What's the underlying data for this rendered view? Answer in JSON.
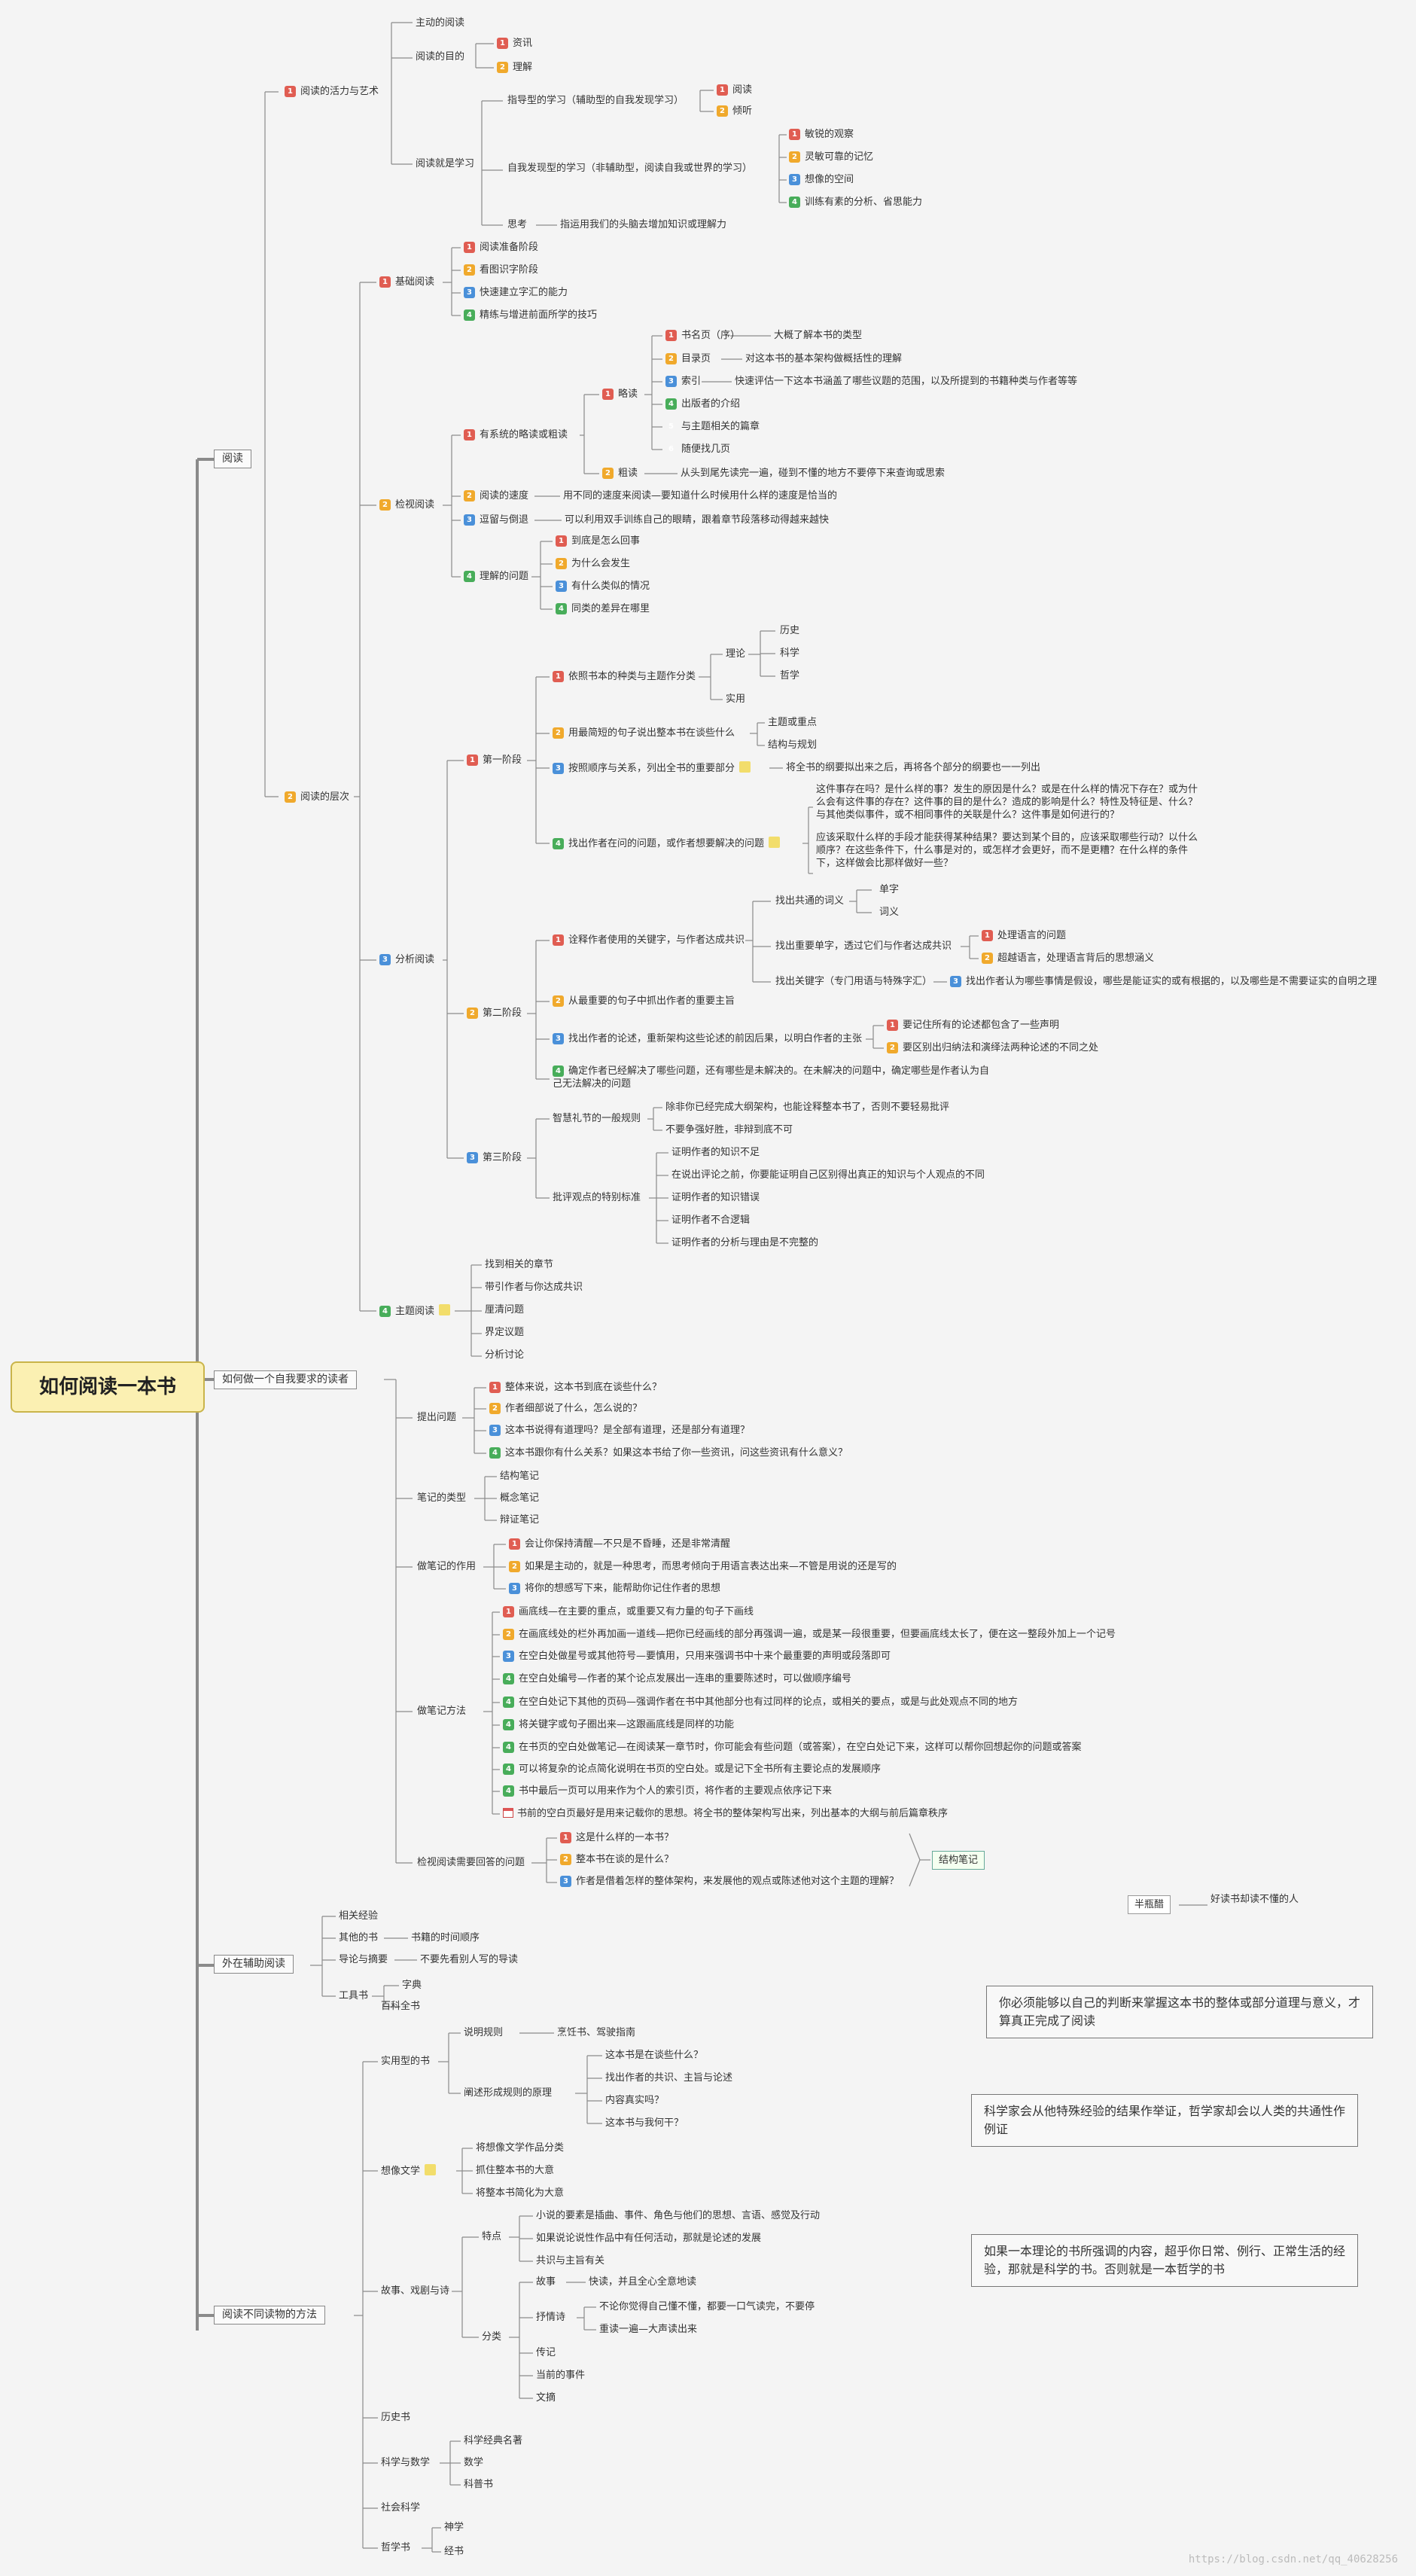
{
  "root": "如何阅读一本书",
  "branches": {
    "read": {
      "label": "阅读",
      "vitality": {
        "label": "阅读的活力与艺术",
        "active": "主动的阅读",
        "purpose": {
          "label": "阅读的目的",
          "items": [
            "资讯",
            "理解"
          ]
        },
        "learning": {
          "label": "阅读就是学习",
          "guided": {
            "label": "指导型的学习（辅助型的自我发现学习）",
            "items": [
              "阅读",
              "倾听"
            ]
          },
          "self": {
            "label": "自我发现型的学习（非辅助型，阅读自我或世界的学习）",
            "items": [
              "敏锐的观察",
              "灵敏可靠的记忆",
              "想像的空间",
              "训练有素的分析、省思能力"
            ]
          },
          "think": {
            "label": "思考",
            "desc": "指运用我们的头脑去增加知识或理解力"
          }
        }
      },
      "levels": {
        "label": "阅读的层次",
        "basic": {
          "label": "基础阅读",
          "items": [
            "阅读准备阶段",
            "看图识字阶段",
            "快速建立字汇的能力",
            "精练与增进前面所学的技巧"
          ]
        },
        "inspect": {
          "label": "检视阅读",
          "systematic": {
            "label": "有系统的略读或粗读",
            "skim": {
              "label": "略读",
              "items": [
                {
                  "label": "书名页（序）",
                  "desc": "大概了解本书的类型"
                },
                {
                  "label": "目录页",
                  "desc": "对这本书的基本架构做概括性的理解"
                },
                {
                  "label": "索引",
                  "desc": "快速评估一下这本书涵盖了哪些议题的范围，以及所提到的书籍种类与作者等等"
                },
                {
                  "label": "出版者的介绍",
                  "desc": ""
                },
                {
                  "label": "与主题相关的篇章",
                  "desc": ""
                },
                {
                  "label": "随便找几页",
                  "desc": ""
                }
              ]
            },
            "rough": {
              "label": "粗读",
              "desc": "从头到尾先读完一遍，碰到不懂的地方不要停下来查询或思索"
            }
          },
          "speed": {
            "label": "阅读的速度",
            "desc": "用不同的速度来阅读—要知道什么时候用什么样的速度是恰当的"
          },
          "regress": {
            "label": "逗留与倒退",
            "desc": "可以利用双手训练自己的眼睛，跟着章节段落移动得越来越快"
          },
          "questions": {
            "label": "理解的问题",
            "items": [
              "到底是怎么回事",
              "为什么会发生",
              "有什么类似的情况",
              "同类的差异在哪里"
            ]
          }
        },
        "analyze": {
          "label": "分析阅读",
          "stage1": {
            "label": "第一阶段",
            "classify": {
              "label": "依照书本的种类与主题作分类",
              "theory": "理论",
              "theory_items": [
                "历史",
                "科学",
                "哲学"
              ],
              "practical": "实用"
            },
            "summary": {
              "label": "用最简短的句子说出整本书在谈些什么",
              "items": [
                "主题或重点",
                "结构与规划"
              ]
            },
            "order": {
              "label": "按照顺序与关系，列出全书的重要部分",
              "desc": "将全书的纲要拟出来之后，再将各个部分的纲要也一一列出"
            },
            "problem": {
              "label": "找出作者在问的问题，或作者想要解决的问题",
              "q1": "这件事存在吗？是什么样的事？发生的原因是什么？或是在什么样的情况下存在？或为什么会有这件事的存在？这件事的目的是什么？造成的影响是什么？特性及特征是、什么？与其他类似事件，或不相同事件的关联是什么？这件事是如何进行的？",
              "q2": "应该采取什么样的手段才能获得某种结果？要达到某个目的，应该采取哪些行动？以什么顺序？在这些条件下，什么事是对的，或怎样才会更好，而不是更糟？在什么样的条件下，这样做会比那样做好一些？"
            }
          },
          "stage2": {
            "label": "第二阶段",
            "terms": {
              "label": "诠释作者使用的关键字，与作者达成共识",
              "shared": "找出共通的词义",
              "shared_items": [
                "单字",
                "词义"
              ],
              "important": "找出重要单字，透过它们与作者达成共识",
              "important_items": [
                "处理语言的问题",
                "超越语言，处理语言背后的思想涵义"
              ],
              "key": "找出关键字（专门用语与特殊字汇）",
              "key_desc": "找出作者认为哪些事情是假设，哪些是能证实的或有根据的，以及哪些是不需要证实的自明之理"
            },
            "sentence": "从最重要的句子中抓出作者的重要主旨",
            "argument": {
              "label": "找出作者的论述，重新架构这些论述的前因后果，以明白作者的主张",
              "items": [
                "要记住所有的论述都包含了一些声明",
                "要区别出归纳法和演绎法两种论述的不同之处"
              ]
            },
            "solved": "确定作者已经解决了哪些问题，还有哪些是未解决的。在未解决的问题中，确定哪些是作者认为自己无法解决的问题"
          },
          "stage3": {
            "label": "第三阶段",
            "etiquette": {
              "label": "智慧礼节的一般规则",
              "items": [
                "除非你已经完成大纲架构，也能诠释整本书了，否则不要轻易批评",
                "不要争强好胜，非辩到底不可"
              ]
            },
            "critique": {
              "label": "批评观点的特别标准",
              "items": [
                "证明作者的知识不足",
                "在说出评论之前，你要能证明自己区别得出真正的知识与个人观点的不同",
                "证明作者的知识错误",
                "证明作者不合逻辑",
                "证明作者的分析与理由是不完整的"
              ]
            }
          }
        },
        "syntopic": {
          "label": "主题阅读",
          "items": [
            "找到相关的章节",
            "带引作者与你达成共识",
            "厘清问题",
            "界定议题",
            "分析讨论"
          ]
        }
      }
    },
    "demanding": {
      "label": "如何做一个自我要求的读者",
      "ask": {
        "label": "提出问题",
        "items": [
          "整体来说，这本书到底在谈些什么？",
          "作者细部说了什么，怎么说的？",
          "这本书说得有道理吗？是全部有道理，还是部分有道理？",
          "这本书跟你有什么关系？如果这本书给了你一些资讯，问这些资讯有什么意义？"
        ]
      },
      "types": {
        "label": "笔记的类型",
        "items": [
          "结构笔记",
          "概念笔记",
          "辩证笔记"
        ]
      },
      "use": {
        "label": "做笔记的作用",
        "items": [
          "会让你保持清醒—不只是不昏睡，还是非常清醒",
          "如果是主动的，就是一种思考，而思考倾向于用语言表达出来—不管是用说的还是写的",
          "将你的想感写下来，能帮助你记住作者的思想"
        ]
      },
      "method": {
        "label": "做笔记方法",
        "items": [
          "画底线—在主要的重点，或重要又有力量的句子下画线",
          "在画底线处的栏外再加画一道线—把你已经画线的部分再强调一遍，或是某一段很重要，但要画底线太长了，便在这一整段外加上一个记号",
          "在空白处做星号或其他符号—要慎用，只用来强调书中十来个最重要的声明或段落即可",
          "在空白处编号—作者的某个论点发展出一连串的重要陈述时，可以做顺序编号",
          "在空白处记下其他的页码—强调作者在书中其他部分也有过同样的论点，或相关的要点，或是与此处观点不同的地方",
          "将关键字或句子圈出来—这跟画底线是同样的功能",
          "在书页的空白处做笔记—在阅读某一章节时，你可能会有些问题（或答案），在空白处记下来，这样可以帮你回想起你的问题或答案",
          "可以将复杂的论点简化说明在书页的空白处。或是记下全书所有主要论点的发展顺序",
          "书中最后一页可以用来作为个人的索引页，将作者的主要观点依序记下来",
          "书前的空白页最好是用来记载你的思想。将全书的整体架构写出来，列出基本的大纲与前后篇章秩序"
        ]
      },
      "questions": {
        "label": "检视阅读需要回答的问题",
        "items": [
          "这是什么样的一本书？",
          "整本书在谈的是什么？",
          "作者是借着怎样的整体架构，来发展他的观点或陈述他对这个主题的理解？"
        ],
        "tag": "结构笔记"
      }
    },
    "external": {
      "label": "外在辅助阅读",
      "items": [
        {
          "label": "相关经验",
          "desc": ""
        },
        {
          "label": "其他的书",
          "desc": "书籍的时间顺序"
        },
        {
          "label": "导论与摘要",
          "desc": "不要先看别人写的导读"
        }
      ],
      "tools": {
        "label": "工具书",
        "items": [
          "字典",
          "百科全书"
        ]
      }
    },
    "different": {
      "label": "阅读不同读物的方法",
      "practical": {
        "label": "实用型的书",
        "rules": {
          "label": "说明规则",
          "desc": "烹饪书、驾驶指南"
        },
        "principles": {
          "label": "阐述形成规则的原理",
          "items": [
            "这本书是在谈些什么？",
            "找出作者的共识、主旨与论述",
            "内容真实吗？",
            "这本书与我何干？"
          ]
        }
      },
      "imaginative": {
        "label": "想像文学",
        "items": [
          "将想像文学作品分类",
          "抓住整本书的大意",
          "将整本书简化为大意"
        ]
      },
      "fiction": {
        "label": "故事、戏剧与诗",
        "traits": {
          "label": "特点",
          "items": [
            "小说的要素是插曲、事件、角色与他们的思想、言语、感觉及行动",
            "如果说论说性作品中有任何活动，那就是论述的发展",
            "共识与主旨有关"
          ]
        },
        "kinds": {
          "label": "分类",
          "story": {
            "label": "故事",
            "desc": "快读，并且全心全意地读"
          },
          "lyric": {
            "label": "抒情诗",
            "items": [
              "不论你觉得自己懂不懂，都要一口气读完，不要停",
              "重读一遍—大声读出来"
            ]
          },
          "others": [
            "传记",
            "当前的事件",
            "文摘"
          ]
        }
      },
      "history": "历史书",
      "science": {
        "label": "科学与数学",
        "items": [
          "科学经典名著",
          "数学",
          "科普书"
        ]
      },
      "social": "社会科学",
      "philosophy": {
        "label": "哲学书",
        "items": [
          "神学",
          "经书"
        ]
      }
    }
  },
  "floating": {
    "half": {
      "label": "半瓶醋",
      "desc": "好读书却读不懂的人"
    },
    "notes": [
      "你必须能够以自己的判断来掌握这本书的整体或部分道理与意义，才算真正完成了阅读",
      "科学家会从他特殊经验的结果作举证，哲学家却会以人类的共通性作例证",
      "如果一本理论的书所强调的内容，超乎你日常、例行、正常生活的经验，那就是科学的书。否则就是一本哲学的书"
    ]
  },
  "watermark": "https://blog.csdn.net/qq_40628256",
  "colors": {
    "p1": "#e05d52",
    "p2": "#f0a92c",
    "p3": "#4a90d9",
    "p4": "#48ad5a",
    "line": "#8a8a8a",
    "root_bg": "#fbf0b2"
  }
}
